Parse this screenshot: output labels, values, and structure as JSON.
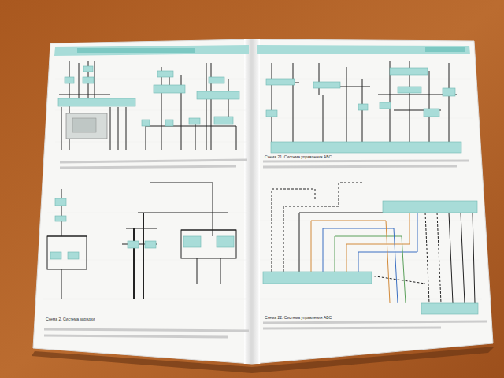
{
  "diagram": {
    "labels": [
      "Схема 2. Система зарядки",
      "Схема 21. Система управления АБС",
      "Схема 22. Система управления АБС"
    ]
  }
}
